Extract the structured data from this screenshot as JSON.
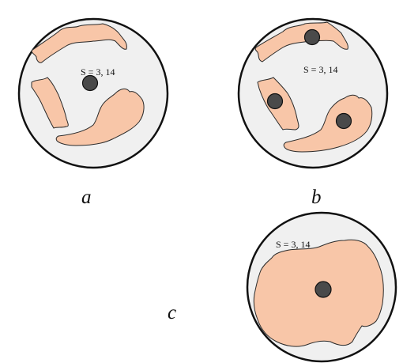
{
  "figure": {
    "colors": {
      "dish_fill": "#f0f0f0",
      "dish_stroke": "#111111",
      "blob_fill": "#f8c6a8",
      "blob_stroke": "#2a2a2a",
      "dot_fill": "#4a4a4a",
      "dot_stroke": "#111111"
    },
    "panels": {
      "a": {
        "letter": "a",
        "s_label": "S = 3, 14"
      },
      "b": {
        "letter": "b",
        "s_label": "S = 3, 14"
      },
      "c": {
        "letter": "c",
        "s_label": "S = 3, 14"
      }
    }
  }
}
